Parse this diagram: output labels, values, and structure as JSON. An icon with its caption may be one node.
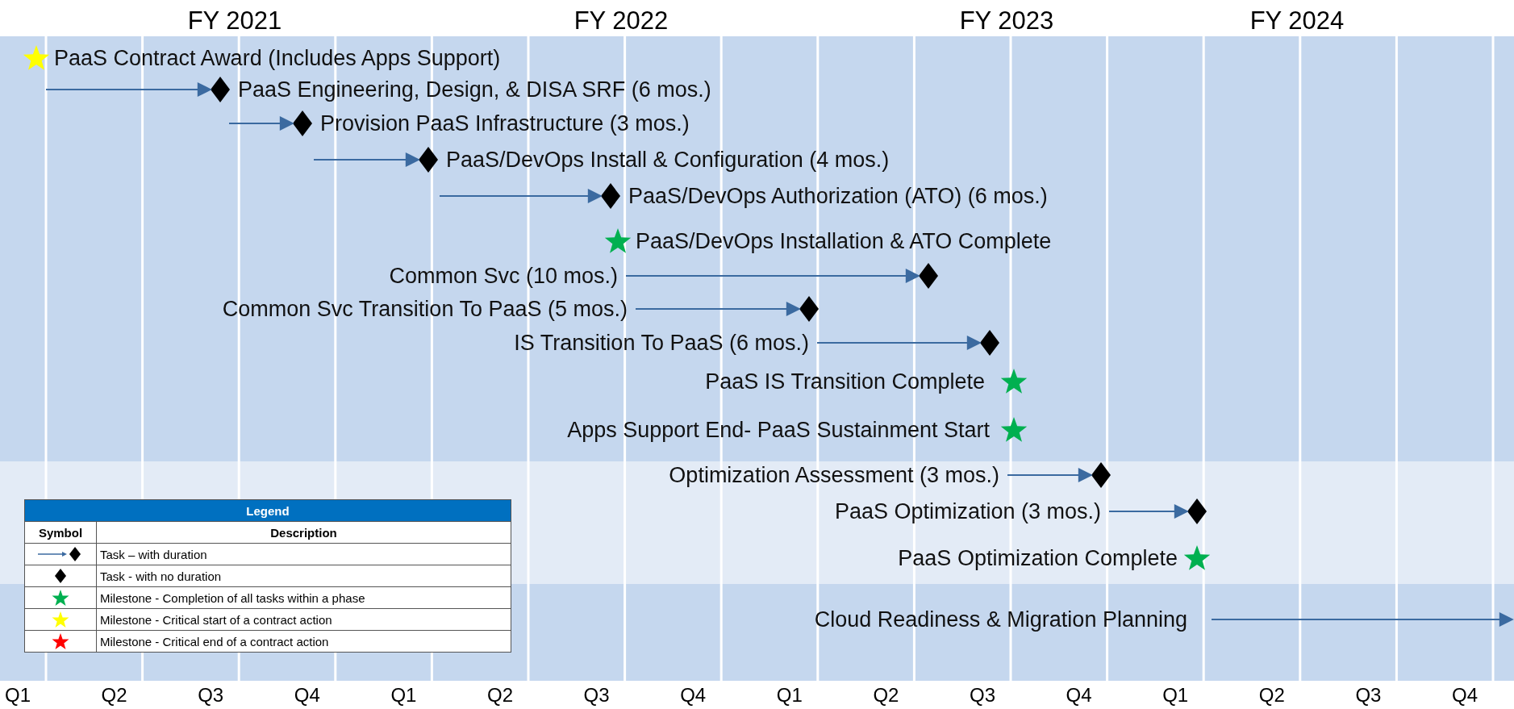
{
  "diagram": {
    "nodes": [
      {
        "text": [],
        "shape": "star",
        "beside": [
          "PaaS Contract Award (Includes Apps Support)"
        ]
      },
      {
        "text": [],
        "shape": "diamond",
        "beside": [
          "PaaS Engineering, Design, & DISA SRF (6 mos.)"
        ]
      },
      {
        "text": [],
        "shape": "diamond",
        "beside": [
          "Provision PaaS Infrastructure (3 mos.)"
        ]
      },
      {
        "text": [],
        "shape": "diamond",
        "beside": [
          "PaaS/DevOps Install & Configuration (4 mos.)"
        ]
      },
      {
        "text": [],
        "shape": "diamond",
        "beside": [
          "PaaS/DevOps Authorization (ATO) (6 mos.)"
        ]
      },
      {
        "text": [],
        "shape": "star",
        "beside": [
          "PaaS/DevOps Installation & ATO Complete"
        ]
      },
      {
        "text": [
          "Common Svc (10 mos.)"
        ]
      },
      {
        "text": [],
        "shape": "diamond"
      },
      {
        "text": [
          "Common Svc Transition To PaaS (5 mos.)"
        ]
      },
      {
        "text": [],
        "shape": "diamond"
      },
      {
        "text": [
          "IS Transition To PaaS (6 mos.)"
        ]
      },
      {
        "text": [],
        "shape": "diamond"
      },
      {
        "text": [],
        "shape": "star",
        "beside": [
          "PaaS IS Transition Complete"
        ]
      },
      {
        "text": [],
        "shape": "star",
        "beside": [
          "Apps Support End- PaaS Sustainment Start"
        ]
      },
      {
        "text": [
          "Optimization Assessment (3 mos.)"
        ]
      },
      {
        "text": [],
        "shape": "diamond"
      },
      {
        "text": [
          "PaaS Optimization (3 mos.)"
        ]
      },
      {
        "text": [],
        "shape": "diamond"
      },
      {
        "text": [],
        "shape": "star",
        "beside": [
          "PaaS Optimization Complete"
        ]
      },
      {
        "text": [
          "Cloud Readiness & Migration Planning"
        ]
      }
    ],
    "edges": [
      {
        "from": null,
        "to": 1,
        "arrow": "to"
      },
      {
        "from": null,
        "to": 2,
        "arrow": "to"
      },
      {
        "from": null,
        "to": 3,
        "arrow": "to"
      },
      {
        "from": null,
        "to": 4,
        "arrow": "to"
      },
      {
        "from": 6,
        "to": 7,
        "arrow": "to"
      },
      {
        "from": 8,
        "to": 9,
        "arrow": "to"
      },
      {
        "from": 10,
        "to": 11,
        "arrow": "to"
      },
      {
        "from": 14,
        "to": 15,
        "arrow": "to"
      },
      {
        "from": 16,
        "to": 17,
        "arrow": "to"
      },
      {
        "from": 19,
        "to": null,
        "arrow": "to"
      }
    ],
    "labels": [
      "FY 2021",
      "FY 2022",
      "FY 2023",
      "FY 2024",
      "Q1",
      "Q2",
      "Q3",
      "Q4",
      "Q1",
      "Q2",
      "Q3",
      "Q4",
      "Q1",
      "Q2",
      "Q3",
      "Q4",
      "Q1",
      "Q2",
      "Q3",
      "Q4",
      "Legend",
      "Symbol",
      "Description"
    ],
    "legend": [
      {
        "text": "Task – with duration"
      },
      {
        "text": "Task - with no duration"
      },
      {
        "text": "Milestone - Completion of all tasks within a phase"
      },
      {
        "text": "Milestone - Critical start of a contract action"
      },
      {
        "text": "Milestone - Critical end of a contract action"
      }
    ]
  }
}
